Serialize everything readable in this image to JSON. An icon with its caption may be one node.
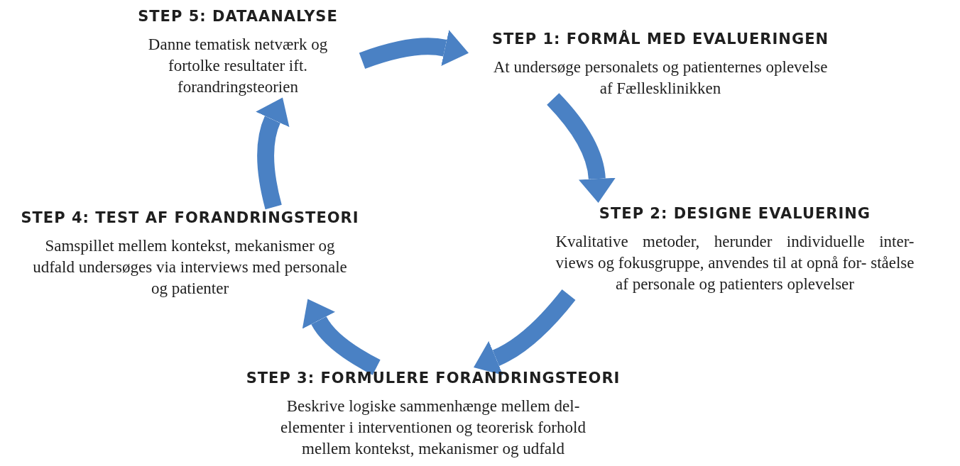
{
  "diagram": {
    "nodes": [
      {
        "text": [
          "STEP 1: FORMÅL MED EVALUERINGEN",
          "At undersøge personalets og patienternes oplevelse af Fællesklinikken"
        ]
      },
      {
        "text": [
          "STEP 2: DESIGNE EVALUERING",
          "Kvalitative metoder, herunder individuelle inter- views og fokusgruppe, anvendes til at opnå for- ståelse af personale og patienters oplevelser"
        ]
      },
      {
        "text": [
          "STEP 3: FORMULERE FORANDRINGSTEORI",
          "Beskrive logiske sammenhænge mellem del- elementer i interventionen og teorerisk forhold mellem kontekst, mekanismer og udfald"
        ]
      },
      {
        "text": [
          "STEP 4: TEST AF FORANDRINGSTEORI",
          "Samspillet mellem kontekst, mekanismer og udfald undersøges via interviews med personale og patienter"
        ]
      },
      {
        "text": [
          "STEP 5: DATAANALYSE",
          "Danne tematisk netværk og fortolke resultater ift. forandringsteorien"
        ]
      }
    ],
    "edges": [
      {
        "from": 4,
        "to": 0,
        "arrow": "to"
      },
      {
        "from": 0,
        "to": 1,
        "arrow": "to"
      },
      {
        "from": 1,
        "to": 2,
        "arrow": "to"
      },
      {
        "from": 2,
        "to": 3,
        "arrow": "to"
      },
      {
        "from": 3,
        "to": 4,
        "arrow": "to"
      }
    ]
  }
}
